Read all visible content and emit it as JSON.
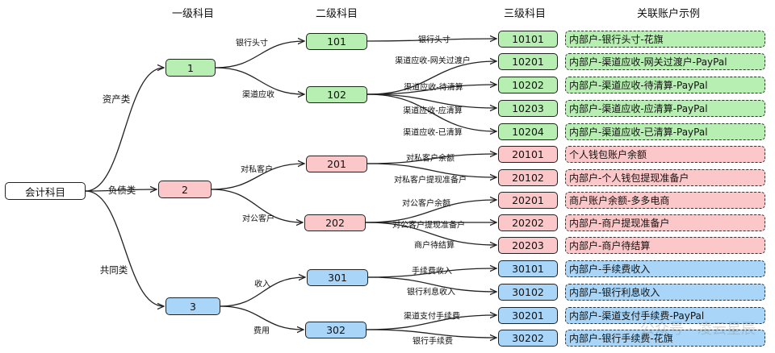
{
  "headers": {
    "root": "",
    "level1": "一级科目",
    "level2": "二级科目",
    "level3": "三级科目",
    "accounts": "关联账户示例"
  },
  "root": {
    "label": "会计科目"
  },
  "level1": [
    {
      "code": "1",
      "category": "资产类",
      "color": "green"
    },
    {
      "code": "2",
      "category": "负债类",
      "color": "pink"
    },
    {
      "code": "3",
      "category": "共同类",
      "color": "blue"
    }
  ],
  "level2": [
    {
      "code": "101",
      "edge_label": "银行头寸",
      "color": "green"
    },
    {
      "code": "102",
      "edge_label": "渠道应收",
      "color": "green"
    },
    {
      "code": "201",
      "edge_label": "对私客户",
      "color": "pink"
    },
    {
      "code": "202",
      "edge_label": "对公客户",
      "color": "pink"
    },
    {
      "code": "301",
      "edge_label": "收入",
      "color": "blue"
    },
    {
      "code": "302",
      "edge_label": "费用",
      "color": "blue"
    }
  ],
  "level3": [
    {
      "code": "10101",
      "edge_label": "银行头寸",
      "account": "内部户-银行头寸-花旗",
      "color": "green"
    },
    {
      "code": "10201",
      "edge_label": "渠道应收-网关过渡户",
      "account": "内部户-渠道应收-网关过渡户-PayPal",
      "color": "green"
    },
    {
      "code": "10202",
      "edge_label": "渠道应收-待清算",
      "account": "内部户-渠道应收-待清算-PayPal",
      "color": "green"
    },
    {
      "code": "10203",
      "edge_label": "渠道应收-应清算",
      "account": "内部户-渠道应收-应清算-PayPal",
      "color": "green"
    },
    {
      "code": "10204",
      "edge_label": "渠道应收-已清算",
      "account": "内部户-渠道应收-已清算-PayPal",
      "color": "green"
    },
    {
      "code": "20101",
      "edge_label": "对私客户余额",
      "account": "个人钱包账户余额",
      "color": "pink"
    },
    {
      "code": "20102",
      "edge_label": "对私客户提现准备户",
      "account": "内部户-个人钱包提现准备户",
      "color": "pink"
    },
    {
      "code": "20201",
      "edge_label": "对公客户余额",
      "account": "商户账户余额-多多电商",
      "color": "pink"
    },
    {
      "code": "20202",
      "edge_label": "对公客户提现准备户",
      "account": "内部户-商户提现准备户",
      "color": "pink"
    },
    {
      "code": "20203",
      "edge_label": "商户待结算",
      "account": "内部户-商户待结算",
      "color": "pink"
    },
    {
      "code": "30101",
      "edge_label": "手续费收入",
      "account": "内部户-手续费收入",
      "color": "blue"
    },
    {
      "code": "30102",
      "edge_label": "银行利息收入",
      "account": "内部户-银行利息收入",
      "color": "blue"
    },
    {
      "code": "30201",
      "edge_label": "渠道支付手续费",
      "account": "内部户-渠道支付手续费-PayPal",
      "color": "blue"
    },
    {
      "code": "30202",
      "edge_label": "银行手续费",
      "account": "内部户-银行手续费-花旗",
      "color": "blue"
    }
  ],
  "watermark": "公众号 · 凌云星辰",
  "colors": {
    "green": "#b7eeb1",
    "pink": "#fbc7c9",
    "blue": "#a9d6f8",
    "line": "#222222"
  }
}
